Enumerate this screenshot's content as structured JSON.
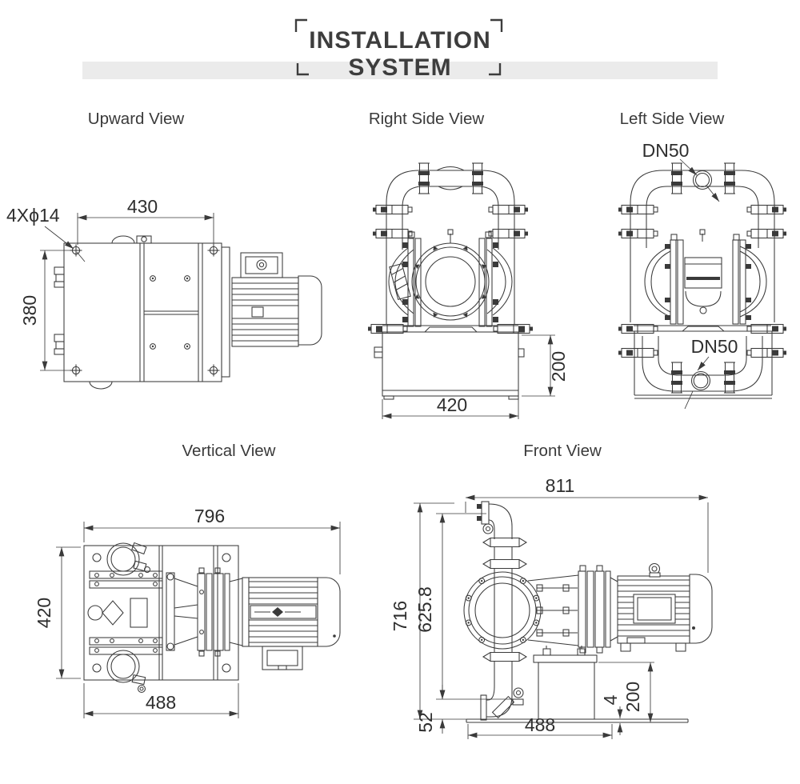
{
  "header": {
    "line1": "INSTALLATION",
    "line2": "SYSTEM"
  },
  "views": {
    "upward": {
      "title": "Upward View",
      "dims": {
        "bolt_holes": "4Xϕ14",
        "width": "430",
        "depth": "380"
      }
    },
    "right_side": {
      "title": "Right Side View",
      "dims": {
        "base_height": "200",
        "base_width": "420"
      }
    },
    "left_side": {
      "title": "Left Side View",
      "dims": {
        "top_port": "DN50",
        "bottom_port": "DN50"
      }
    },
    "vertical": {
      "title": "Vertical View",
      "dims": {
        "overall_length": "796",
        "plate_depth": "420",
        "base_length": "488"
      }
    },
    "front": {
      "title": "Front View",
      "dims": {
        "overall_length": "811",
        "overall_height": "716",
        "inlet_height": "625.8",
        "outlet_offset": "52",
        "base_length": "488",
        "plate_thickness": "4",
        "base_height": "200"
      }
    }
  },
  "colors": {
    "line": "#3a3a3a",
    "dim-text": "#2e2e2e",
    "title-text": "#3a3a3a",
    "header-text": "#3d3d3d",
    "band": "#ebebeb",
    "bg": "#ffffff"
  }
}
